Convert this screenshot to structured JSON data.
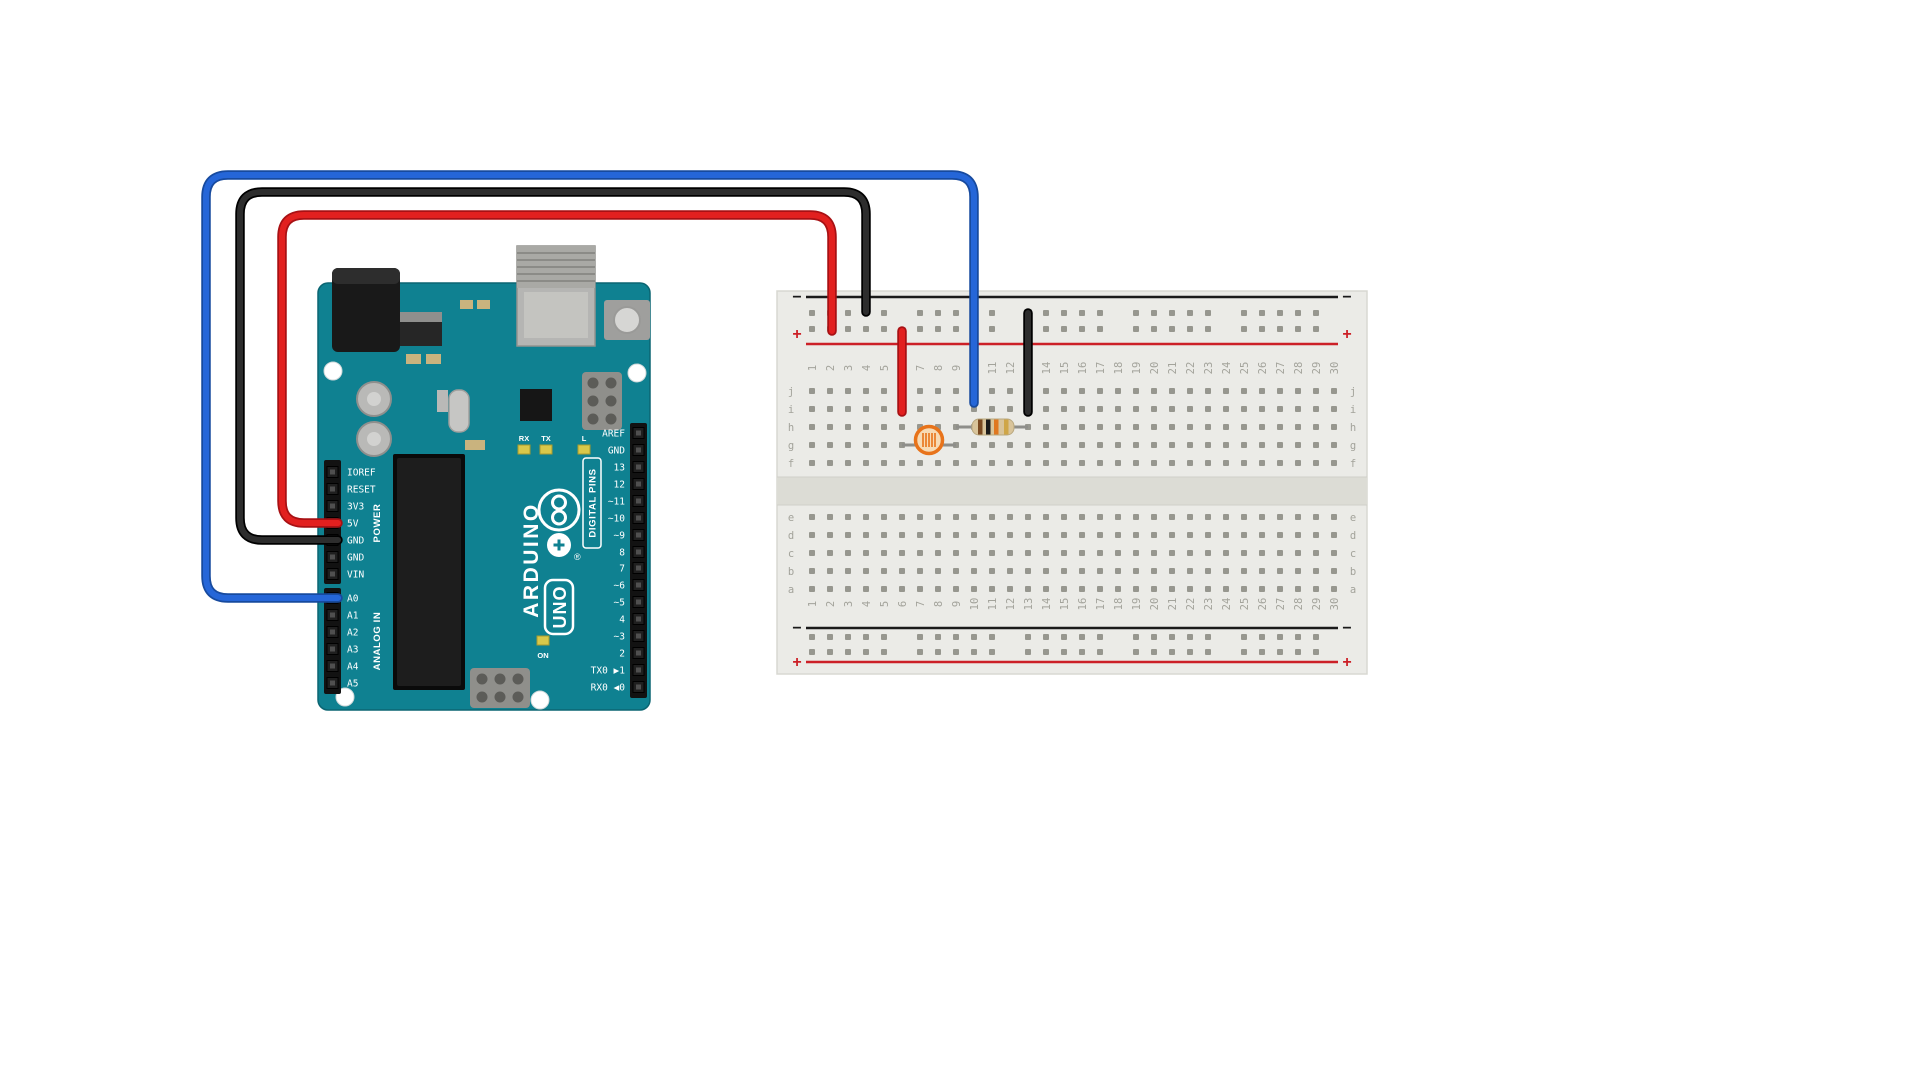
{
  "arduino": {
    "brand": "ARDUINO",
    "model": "UNO",
    "registered": "®",
    "labels": {
      "power_group": "POWER",
      "analog_group": "ANALOG IN",
      "digital_group": "DIGITAL PINS",
      "led_rx": "RX",
      "led_tx": "TX",
      "led_l": "L",
      "led_on": "ON"
    },
    "power_pins": [
      "IOREF",
      "RESET",
      "3V3",
      "5V",
      "GND",
      "GND",
      "VIN"
    ],
    "analog_pins": [
      "A0",
      "A1",
      "A2",
      "A3",
      "A4",
      "A5"
    ],
    "digital_pins_upper": [
      "AREF",
      "GND",
      "13",
      "12",
      "~11",
      "~10",
      "~9",
      "8"
    ],
    "digital_pins_lower": [
      "7",
      "~6",
      "~5",
      "4",
      "~3",
      "2",
      "TX0 ▶1",
      "RX0 ◀0"
    ]
  },
  "breadboard": {
    "columns": [
      "1",
      "2",
      "3",
      "4",
      "5",
      "6",
      "7",
      "8",
      "9",
      "10",
      "11",
      "12",
      "13",
      "14",
      "15",
      "16",
      "17",
      "18",
      "19",
      "20",
      "21",
      "22",
      "23",
      "24",
      "25",
      "26",
      "27",
      "28",
      "29",
      "30"
    ],
    "rows_top": [
      "j",
      "i",
      "h",
      "g",
      "f"
    ],
    "rows_bottom": [
      "e",
      "d",
      "c",
      "b",
      "a"
    ],
    "plus": "+",
    "minus": "−"
  },
  "colors": {
    "board_teal": "#0f8191",
    "wire_red": "#e2201f",
    "wire_red_dark": "#a81114",
    "wire_black": "#2d2d2d",
    "wire_black_dark": "#000000",
    "wire_blue": "#2566d8",
    "wire_blue_dark": "#174a9e",
    "rail_red": "#cc2027",
    "rail_black": "#1a1a1a",
    "breadboard_body": "#ebebe7",
    "breadboard_divider": "#dcdcd5",
    "hole": "#97978f",
    "label_gray": "#a3a39b",
    "ldr_ring": "#e8731a",
    "ldr_body": "#f7dbb5",
    "resistor_body": "#d9c49a",
    "band_1": "#7a4a21",
    "band_2": "#1a1a1a",
    "band_3": "#e07820",
    "band_4": "#cfa648",
    "led_yellow": "#d9c84a",
    "metal": "#b5b5b3"
  }
}
